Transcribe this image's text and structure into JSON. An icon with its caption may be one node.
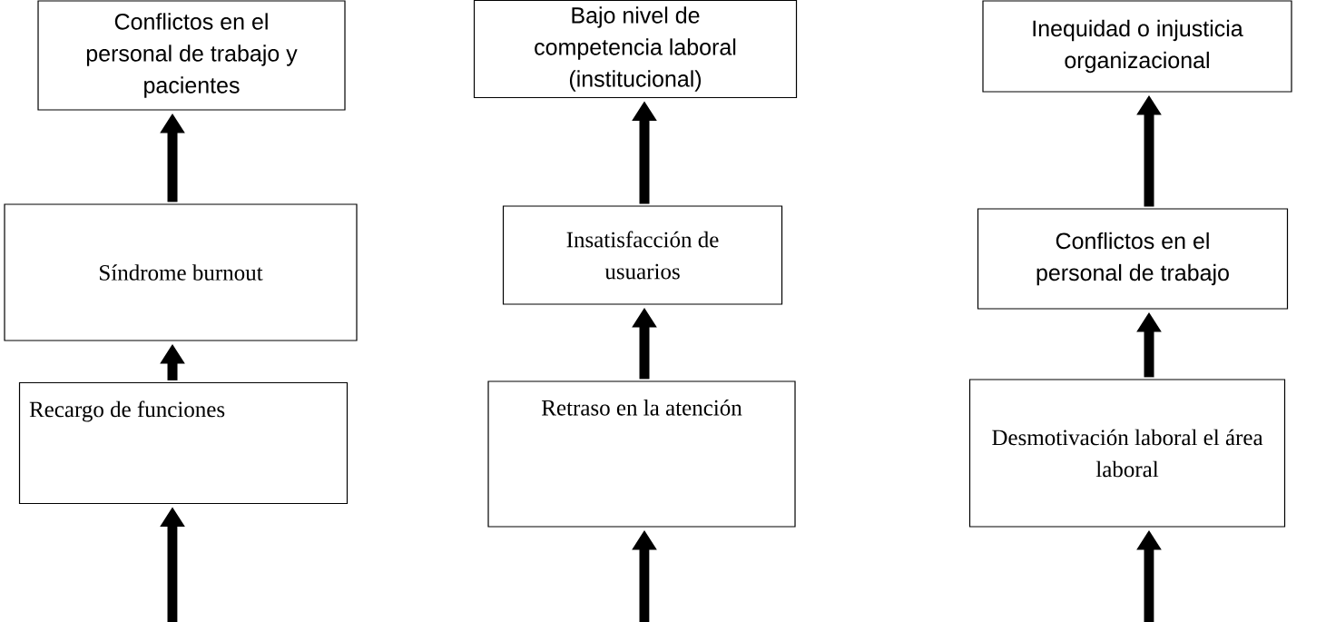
{
  "diagram": {
    "nodes": [
      {
        "text": [
          "Conflictos en el personal de trabajo y pacientes"
        ]
      },
      {
        "text": [
          "Bajo nivel de competencia laboral (institucional)"
        ]
      },
      {
        "text": [
          "Inequidad o injusticia organizacional"
        ]
      },
      {
        "text": [
          "Síndrome burnout"
        ]
      },
      {
        "text": [
          "Insatisfacción de usuarios"
        ]
      },
      {
        "text": [
          "Conflictos en el personal de trabajo"
        ]
      },
      {
        "text": [
          "Recargo de funciones"
        ]
      },
      {
        "text": [
          "Retraso en la atención"
        ]
      },
      {
        "text": [
          "Desmotivación laboral el área laboral"
        ]
      }
    ],
    "edges": [
      {
        "from": 6,
        "to": 3,
        "arrow": "to"
      },
      {
        "from": 3,
        "to": 0,
        "arrow": "to"
      },
      {
        "from": 7,
        "to": 4,
        "arrow": "to"
      },
      {
        "from": 4,
        "to": 1,
        "arrow": "to"
      },
      {
        "from": 8,
        "to": 5,
        "arrow": "to"
      },
      {
        "from": 5,
        "to": 2,
        "arrow": "to"
      },
      {
        "from": null,
        "to": 6,
        "arrow": "to"
      },
      {
        "from": null,
        "to": 7,
        "arrow": "to"
      },
      {
        "from": null,
        "to": 8,
        "arrow": "to"
      }
    ]
  }
}
